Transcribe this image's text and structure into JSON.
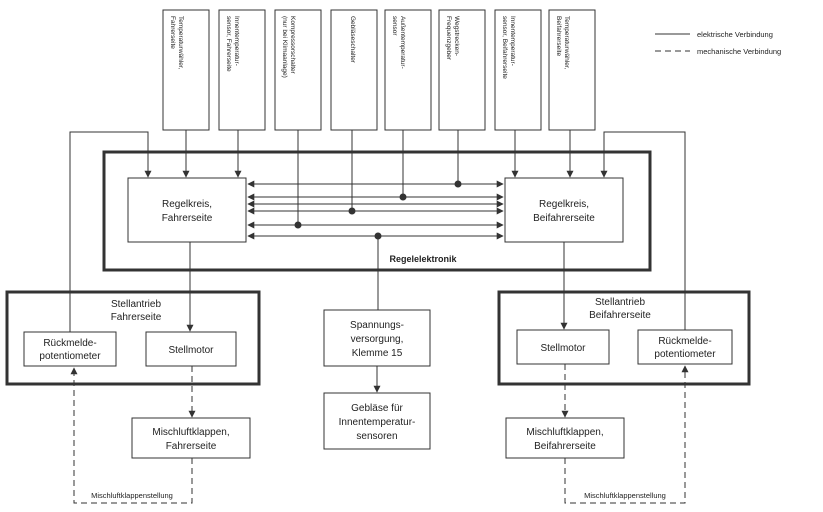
{
  "legend": {
    "electric": "elektrische Verbindung",
    "mechanical": "mechanische Verbindung"
  },
  "sensors": [
    {
      "lines": [
        "Temperaturwähler,",
        "Fahrerseite"
      ]
    },
    {
      "lines": [
        "Innentemperatur-",
        "sensor, Fahrerseite"
      ]
    },
    {
      "lines": [
        "Kompressorschalter",
        "(nur bei Klimaanlage)"
      ]
    },
    {
      "lines": [
        "Gebläseschalter"
      ]
    },
    {
      "lines": [
        "Außentemperatur-",
        "sensor"
      ]
    },
    {
      "lines": [
        "Wegstrecken-",
        "Frequenzgeber"
      ]
    },
    {
      "lines": [
        "Innentemperatur-",
        "sensor, Beifahrerseite"
      ]
    },
    {
      "lines": [
        "Temperaturwähler,",
        "Beifahrerseite"
      ]
    }
  ],
  "control": {
    "left": [
      "Regelkreis,",
      "Fahrerseite"
    ],
    "right": [
      "Regelkreis,",
      "Beifahrerseite"
    ],
    "title": "Regelelektronik"
  },
  "actuator_left": {
    "title": [
      "Stellantrieb",
      "Fahrerseite"
    ],
    "feedback": [
      "Rückmelde-",
      "potentiometer"
    ],
    "motor": "Stellmotor",
    "flaps": [
      "Mischluftklappen,",
      "Fahrerseite"
    ],
    "position": "Mischluftklappenstellung"
  },
  "actuator_right": {
    "title": [
      "Stellantrieb",
      "Beifahrerseite"
    ],
    "feedback": [
      "Rückmelde-",
      "potentiometer"
    ],
    "motor": "Stellmotor",
    "flaps": [
      "Mischluftklappen,",
      "Beifahrerseite"
    ],
    "position": "Mischluftklappenstellung"
  },
  "supply": [
    "Spannungs-",
    "versorgung,",
    "Klemme 15"
  ],
  "blower": [
    "Gebläse für",
    "Innentemperatur-",
    "sensoren"
  ]
}
